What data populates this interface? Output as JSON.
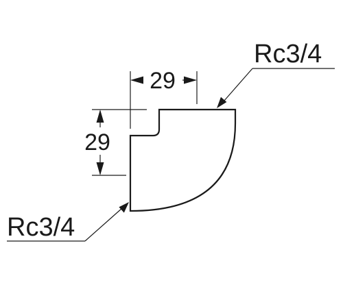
{
  "drawing": {
    "dimensions": {
      "horizontal": "29",
      "vertical": "29"
    },
    "callouts": {
      "top_right_thread": "Rc3/4",
      "bottom_left_thread": "Rc3/4"
    },
    "line_color": "#1a1a1a",
    "background_color": "#ffffff"
  }
}
